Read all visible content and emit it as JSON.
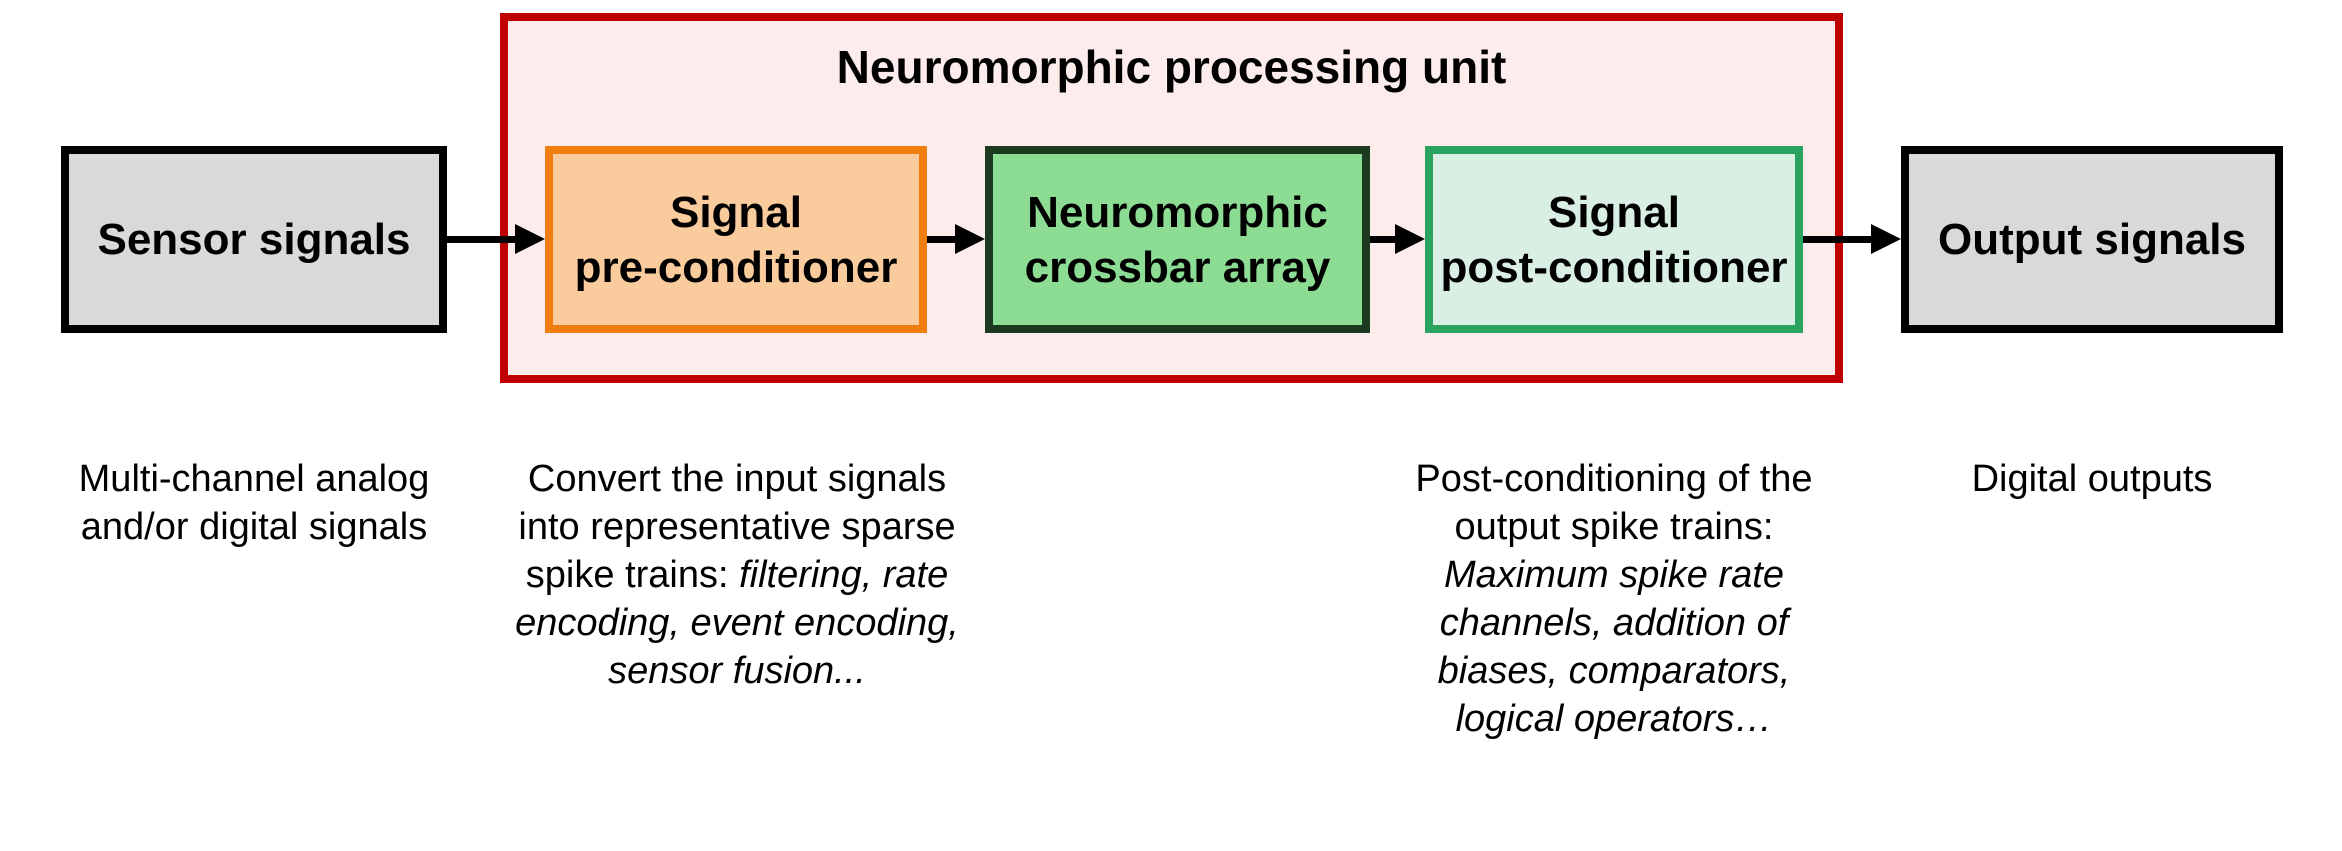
{
  "figure": {
    "container": {
      "title": "Neuromorphic processing unit",
      "fill": "#fdecec",
      "border_color": "#c00000"
    },
    "boxes": [
      {
        "id": "sensor-signals",
        "label": "Sensor signals",
        "fill": "#d9d9d9",
        "border_color": "#000000"
      },
      {
        "id": "signal-pre-conditioner",
        "label": "Signal\npre-conditioner",
        "fill": "#f9cb9d",
        "border_color": "#f07e0e"
      },
      {
        "id": "neuromorphic-crossbar-array",
        "label": "Neuromorphic\ncrossbar array",
        "fill": "#8cdc94",
        "border_color": "#1b3a1f"
      },
      {
        "id": "signal-post-conditioner",
        "label": "Signal\npost-conditioner",
        "fill": "#d9efe4",
        "border_color": "#2ba360"
      },
      {
        "id": "output-signals",
        "label": "Output signals",
        "fill": "#d9d9d9",
        "border_color": "#000000"
      }
    ],
    "arrows": {
      "color": "#000000",
      "count": 4
    },
    "notes": {
      "input": {
        "lines": [
          [
            {
              "text": "Multi-channel analog"
            }
          ],
          [
            {
              "text": "and/or digital signals"
            }
          ]
        ]
      },
      "pre": {
        "lines": [
          [
            {
              "text": "Convert the input signals"
            }
          ],
          [
            {
              "text": "into representative sparse"
            }
          ],
          [
            {
              "text": "spike trains: "
            },
            {
              "text": "filtering, rate",
              "italic": true
            }
          ],
          [
            {
              "text": "encoding, event encoding,",
              "italic": true
            }
          ],
          [
            {
              "text": "sensor fusion...",
              "italic": true
            }
          ]
        ]
      },
      "post": {
        "lines": [
          [
            {
              "text": "Post-conditioning of the"
            }
          ],
          [
            {
              "text": "output spike trains:"
            }
          ],
          [
            {
              "text": "Maximum spike rate",
              "italic": true
            }
          ],
          [
            {
              "text": "channels, addition of",
              "italic": true
            }
          ],
          [
            {
              "text": "biases, comparators,",
              "italic": true
            }
          ],
          [
            {
              "text": "logical operators…",
              "italic": true
            }
          ]
        ]
      },
      "output": {
        "lines": [
          [
            {
              "text": "Digital outputs"
            }
          ]
        ]
      }
    }
  }
}
